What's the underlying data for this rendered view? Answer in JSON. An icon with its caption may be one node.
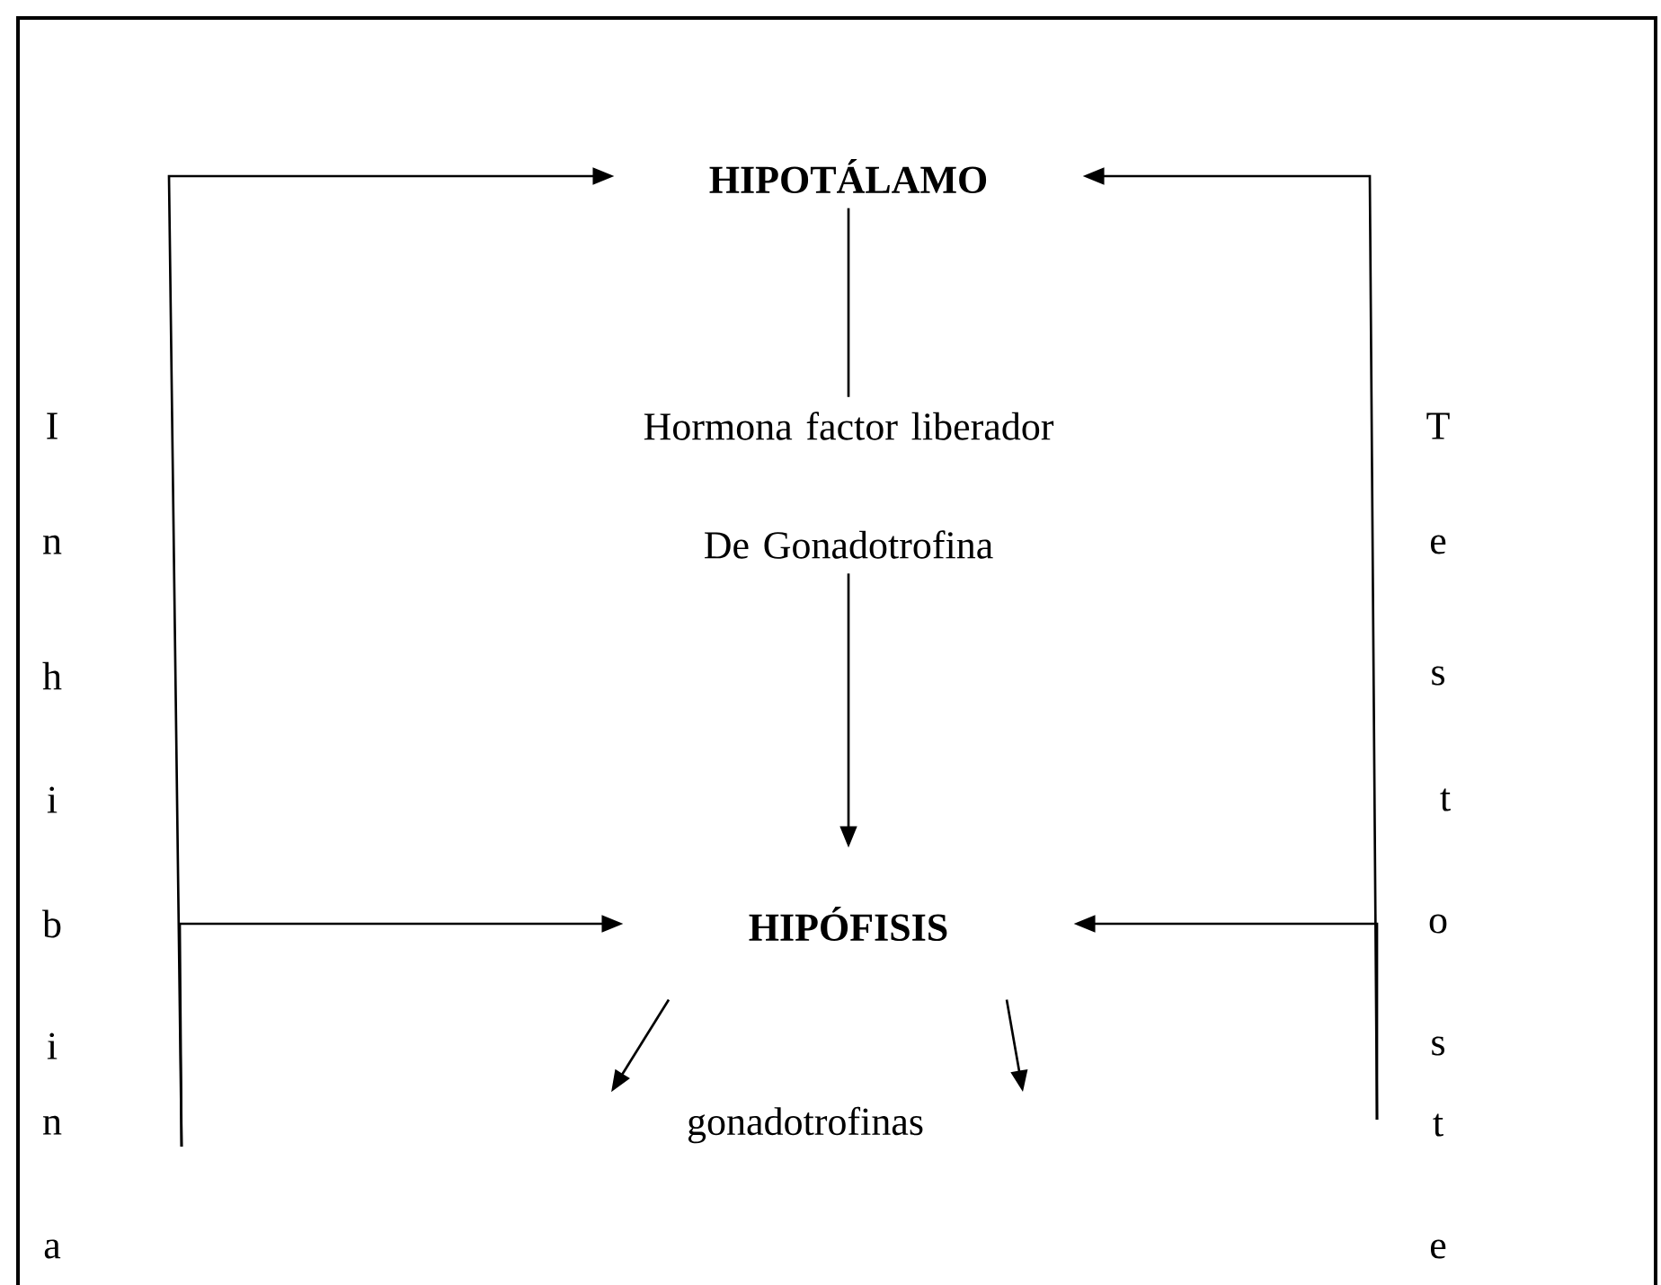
{
  "diagram": {
    "nodes": [
      {
        "text": [
          "HIPOTÁLAMO"
        ]
      },
      {
        "text": [
          "Hormona factor liberador De Gonadotrofina"
        ]
      },
      {
        "text": [
          "HIPÓFISIS"
        ]
      },
      {
        "text": [
          "gonadotrofinas"
        ]
      }
    ],
    "edges": [
      {
        "from": null,
        "to": 0,
        "arrow": "to"
      },
      {
        "from": null,
        "to": 2,
        "arrow": "to"
      },
      {
        "from": null,
        "to": 0,
        "arrow": "to"
      },
      {
        "from": null,
        "to": 2,
        "arrow": "to"
      },
      {
        "from": 0,
        "to": 1,
        "arrow": "none"
      },
      {
        "from": 1,
        "to": 2,
        "arrow": "to"
      },
      {
        "from": 2,
        "to": 3,
        "arrow": "to"
      },
      {
        "from": 2,
        "to": 3,
        "arrow": "to"
      }
    ],
    "labels": [
      "I",
      "n",
      "h",
      "i",
      "b",
      "i",
      "n",
      "a",
      "T",
      "e",
      "s",
      "t",
      "o",
      "s",
      "t",
      "e"
    ]
  }
}
